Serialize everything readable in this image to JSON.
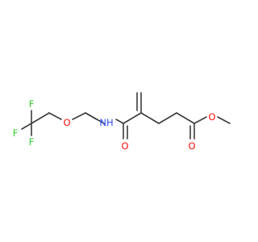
{
  "molecule": {
    "atoms": {
      "f_top": {
        "label": "F",
        "color": "#33cc33"
      },
      "f_left": {
        "label": "F",
        "color": "#33cc33"
      },
      "f_bottom": {
        "label": "F",
        "color": "#33cc33"
      },
      "o_ether": {
        "label": "O",
        "color": "#ff0d0d"
      },
      "n_amide": {
        "label": "NH",
        "color": "#3050f8"
      },
      "o_amide": {
        "label": "O",
        "color": "#ff0d0d"
      },
      "o_carbonyl_ester": {
        "label": "O",
        "color": "#ff0d0d"
      },
      "o_ester": {
        "label": "O",
        "color": "#ff0d0d"
      }
    },
    "bond_color": "#3c3c3c",
    "background": "#ffffff"
  }
}
